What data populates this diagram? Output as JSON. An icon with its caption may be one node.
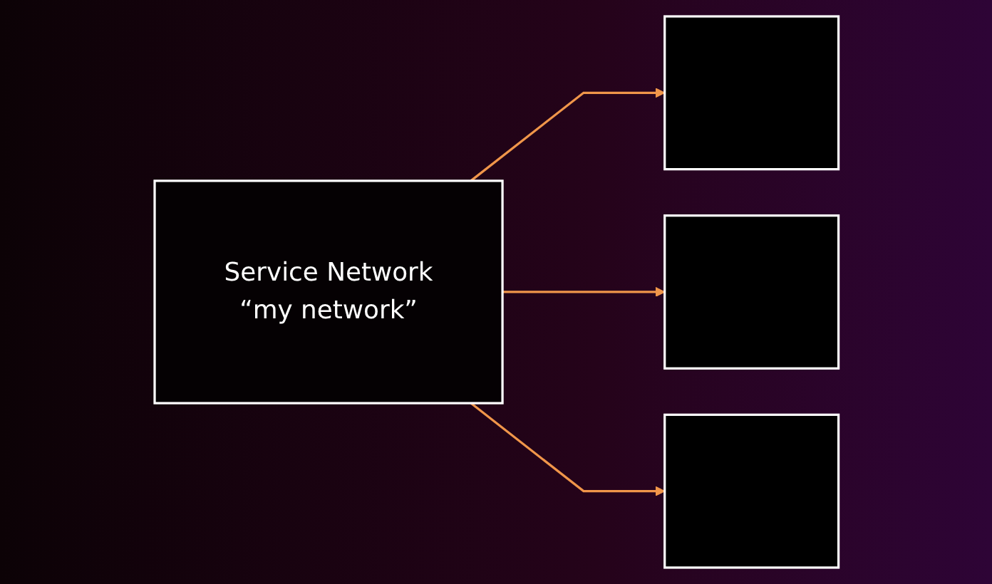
{
  "diagram": {
    "nodes": [
      {
        "text": [
          "Service Network",
          "“my network”"
        ]
      },
      {
        "text": [],
        "shape": "box"
      },
      {
        "text": [],
        "shape": "box"
      },
      {
        "text": [],
        "shape": "box"
      }
    ],
    "edges": [
      {
        "from": 0,
        "to": 1,
        "arrow": "to"
      },
      {
        "from": 0,
        "to": 2,
        "arrow": "to"
      },
      {
        "from": 0,
        "to": 3,
        "arrow": "to"
      }
    ]
  }
}
